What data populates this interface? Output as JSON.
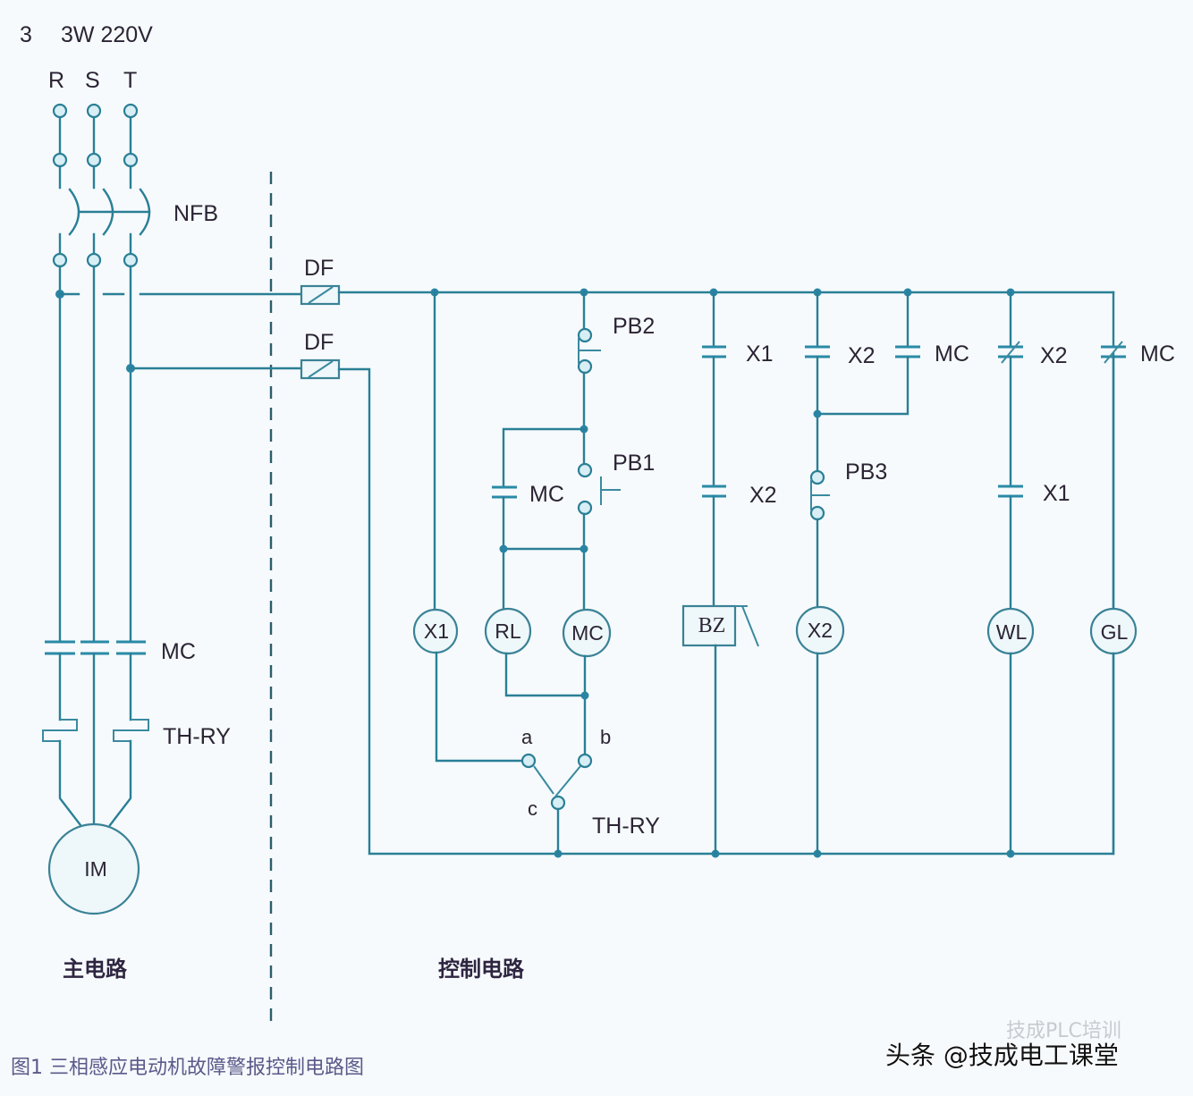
{
  "title": {
    "phase_count": "3",
    "supply": "3W 220V"
  },
  "phases": [
    "R",
    "S",
    "T"
  ],
  "main_circuit": {
    "breaker_label": "NFB",
    "contactor_label": "MC",
    "overload_label": "TH-RY",
    "motor_label": "IM",
    "section_label": "主电路"
  },
  "control_circuit": {
    "fuse_labels": [
      "DF",
      "DF"
    ],
    "stop_button_label": "PB2",
    "start_button_label": "PB1",
    "hold_contact_label": "MC",
    "coils": {
      "x1": "X1",
      "rl": "RL",
      "mc": "MC",
      "bz": "BZ",
      "x2": "X2",
      "wl": "WL",
      "gl": "GL"
    },
    "contacts": {
      "bz_branch_top": "X1",
      "bz_branch_bottom": "X2",
      "x2_branch_no": "X2",
      "x2_branch_mc": "MC",
      "reset_button": "PB3",
      "wl_branch_nc": "X2",
      "wl_branch_no": "X1",
      "gl_branch_nc": "MC"
    },
    "relay_switch": {
      "label": "TH-RY",
      "terminals": [
        "a",
        "b",
        "c"
      ]
    },
    "section_label": "控制电路"
  },
  "caption": "图1  三相感应电动机故障警报控制电路图",
  "watermark": {
    "text": "头条 @技成电工课堂",
    "faint_text": "技成PLC培训"
  },
  "colors": {
    "wire": "#2a7f96",
    "text": "#2b2434",
    "caption": "#5a5a8a",
    "background": "#f6fafc"
  }
}
